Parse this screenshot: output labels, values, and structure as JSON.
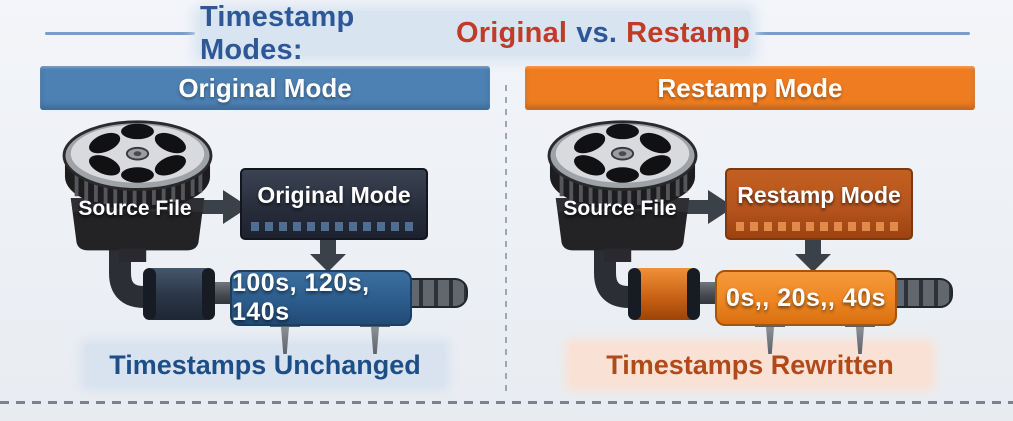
{
  "title": {
    "text_blue1": "Timestamp Modes:",
    "text_red1": "Original",
    "text_blue2": "vs.",
    "text_red2": "Restamp"
  },
  "left_panel": {
    "header": "Original Mode",
    "source_file": "Source File",
    "mode_box_label": "Original Mode",
    "timestamps": "100s, 120s, 140s",
    "caption": "Timestamps Unchanged"
  },
  "right_panel": {
    "header": "Restamp Mode",
    "source_file": "Source File",
    "mode_box_label": "Restamp Mode",
    "timestamps": "0s,, 20s,, 40s",
    "caption": "Timestamps Rewritten"
  },
  "colors": {
    "title_blue": "#2e5798",
    "title_red": "#c23a28",
    "blue_header": "#4d80b3",
    "orange_header": "#ef7c20",
    "blue_timestamp_box": "#2c5c8c",
    "orange_timestamp_box": "#ee8522",
    "caption_blue_text": "#1d4e86",
    "caption_orange_text": "#b04a1a",
    "caption_blue_bg": "#d9e3f0",
    "caption_orange_bg": "#f9e2d5"
  }
}
